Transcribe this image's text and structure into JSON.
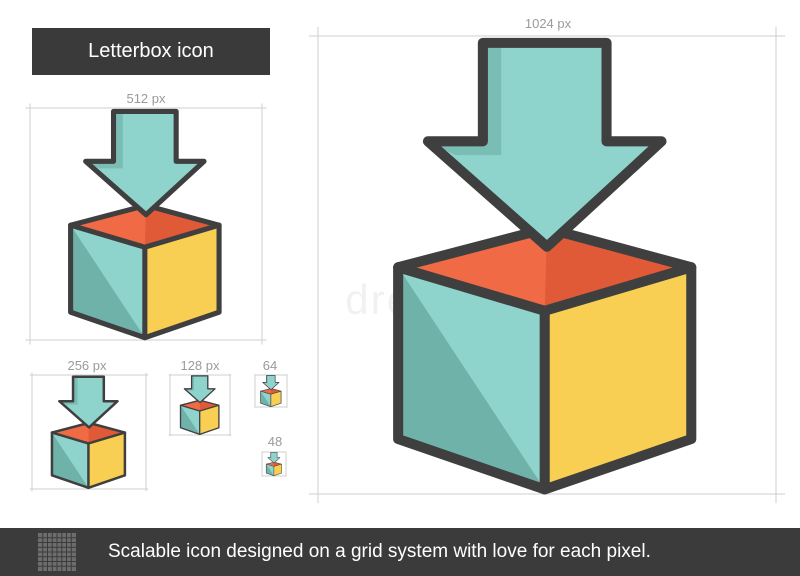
{
  "title": "Letterbox icon",
  "sizes": {
    "s1024": "1024 px",
    "s512": "512 px",
    "s256": "256 px",
    "s128": "128 px",
    "s64": "64",
    "s48": "48"
  },
  "footer": {
    "text": "Scalable icon designed on a grid system with love for each pixel."
  },
  "watermark": "dreamstime",
  "colors": {
    "arrow": "#8ed3cc",
    "arrow_shade": "#7abdb5",
    "box_top": "#ef6a45",
    "box_top_shade": "#e05a38",
    "box_left": "#8ed3cc",
    "box_left_shade": "#6fb2aa",
    "box_right": "#f8cf53",
    "outline": "#3f3f3f",
    "guide": "#cfcfcf",
    "title_bg": "#3a3a3a",
    "footer_bg": "#3b3b3b"
  }
}
